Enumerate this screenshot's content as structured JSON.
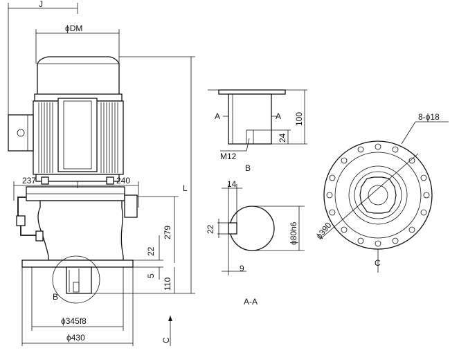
{
  "labels": {
    "j": "J",
    "dm": "ϕDM",
    "l": "L",
    "d237": "237",
    "d240": "240",
    "d279": "279",
    "d22": "22",
    "d5": "5",
    "d110": "110",
    "b_main": "B",
    "d345": "ϕ345f8",
    "d430": "ϕ430",
    "c_main": "C",
    "a_left": "A",
    "a_right": "A",
    "d100": "100",
    "d24": "24",
    "m12": "M12",
    "b_detail": "B",
    "d14": "14",
    "d22b": "22",
    "d80": "ϕ80h6",
    "d9": "9",
    "aa": "A-A",
    "d390": "ϕ390",
    "holes": "8-ϕ18",
    "c_view": "C"
  }
}
